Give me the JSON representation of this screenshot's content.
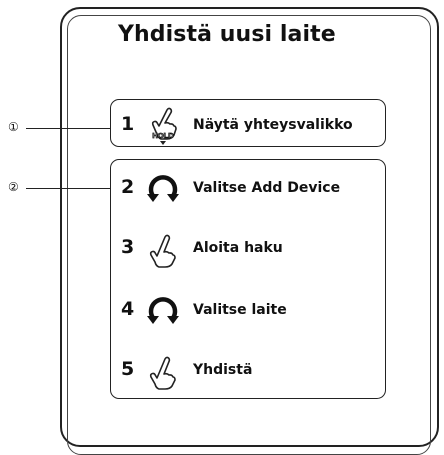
{
  "title": "Yhdistä uusi laite",
  "callouts": [
    "①",
    "②"
  ],
  "steps": [
    {
      "number": "1",
      "icon": "hand-hold-icon",
      "hold_label": "HOLD",
      "text": "Näytä yhteysvalikko"
    },
    {
      "number": "2",
      "icon": "rotate-dial-icon",
      "text": "Valitse Add Device"
    },
    {
      "number": "3",
      "icon": "hand-press-icon",
      "text": "Aloita haku"
    },
    {
      "number": "4",
      "icon": "rotate-dial-icon",
      "text": "Valitse laite"
    },
    {
      "number": "5",
      "icon": "hand-press-icon",
      "text": "Yhdistä"
    }
  ]
}
